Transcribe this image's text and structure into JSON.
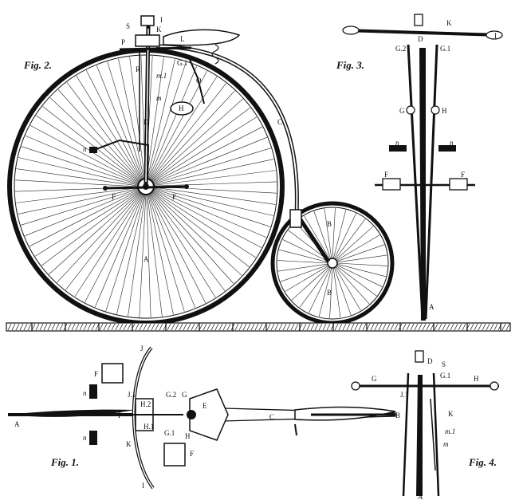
{
  "figures": {
    "fig1": "Fig. 1.",
    "fig2": "Fig. 2.",
    "fig3": "Fig. 3.",
    "fig4": "Fig. 4."
  },
  "labels": {
    "fig2": {
      "S": "S",
      "I": "I",
      "P": "P",
      "R": "R",
      "K": "K",
      "L": "L",
      "G1": "G.1",
      "m1": "m.1",
      "m": "m",
      "O": "O",
      "H": "H",
      "D": "D",
      "n": "n",
      "F": "F",
      "F2": "F",
      "C": "C",
      "A": "A",
      "B1": "B",
      "B2": "B"
    },
    "fig3": {
      "K": "K",
      "I": "I",
      "D": "D",
      "G2": "G.2",
      "G1": "G.1",
      "G": "G",
      "H": "H",
      "n1": "n",
      "n2": "n",
      "F1": "F",
      "F2": "F",
      "A": "A"
    },
    "fig1": {
      "J": "J",
      "F1": "F",
      "n1": "n",
      "J1": "J.1",
      "H2": "H.2",
      "G2": "G.2",
      "G": "G",
      "E": "E",
      "A": "A",
      "P": "P",
      "H1": "H.1",
      "G1": "G.1",
      "H": "H",
      "C": "C",
      "B": "B",
      "n2": "n",
      "K": "K",
      "F2": "F",
      "I": "I"
    },
    "fig4": {
      "D": "D",
      "S": "S",
      "G1": "G.1",
      "G": "G",
      "H": "H",
      "J1": "J.1",
      "K": "K",
      "m1": "m.1",
      "m": "m",
      "A": "A"
    }
  }
}
